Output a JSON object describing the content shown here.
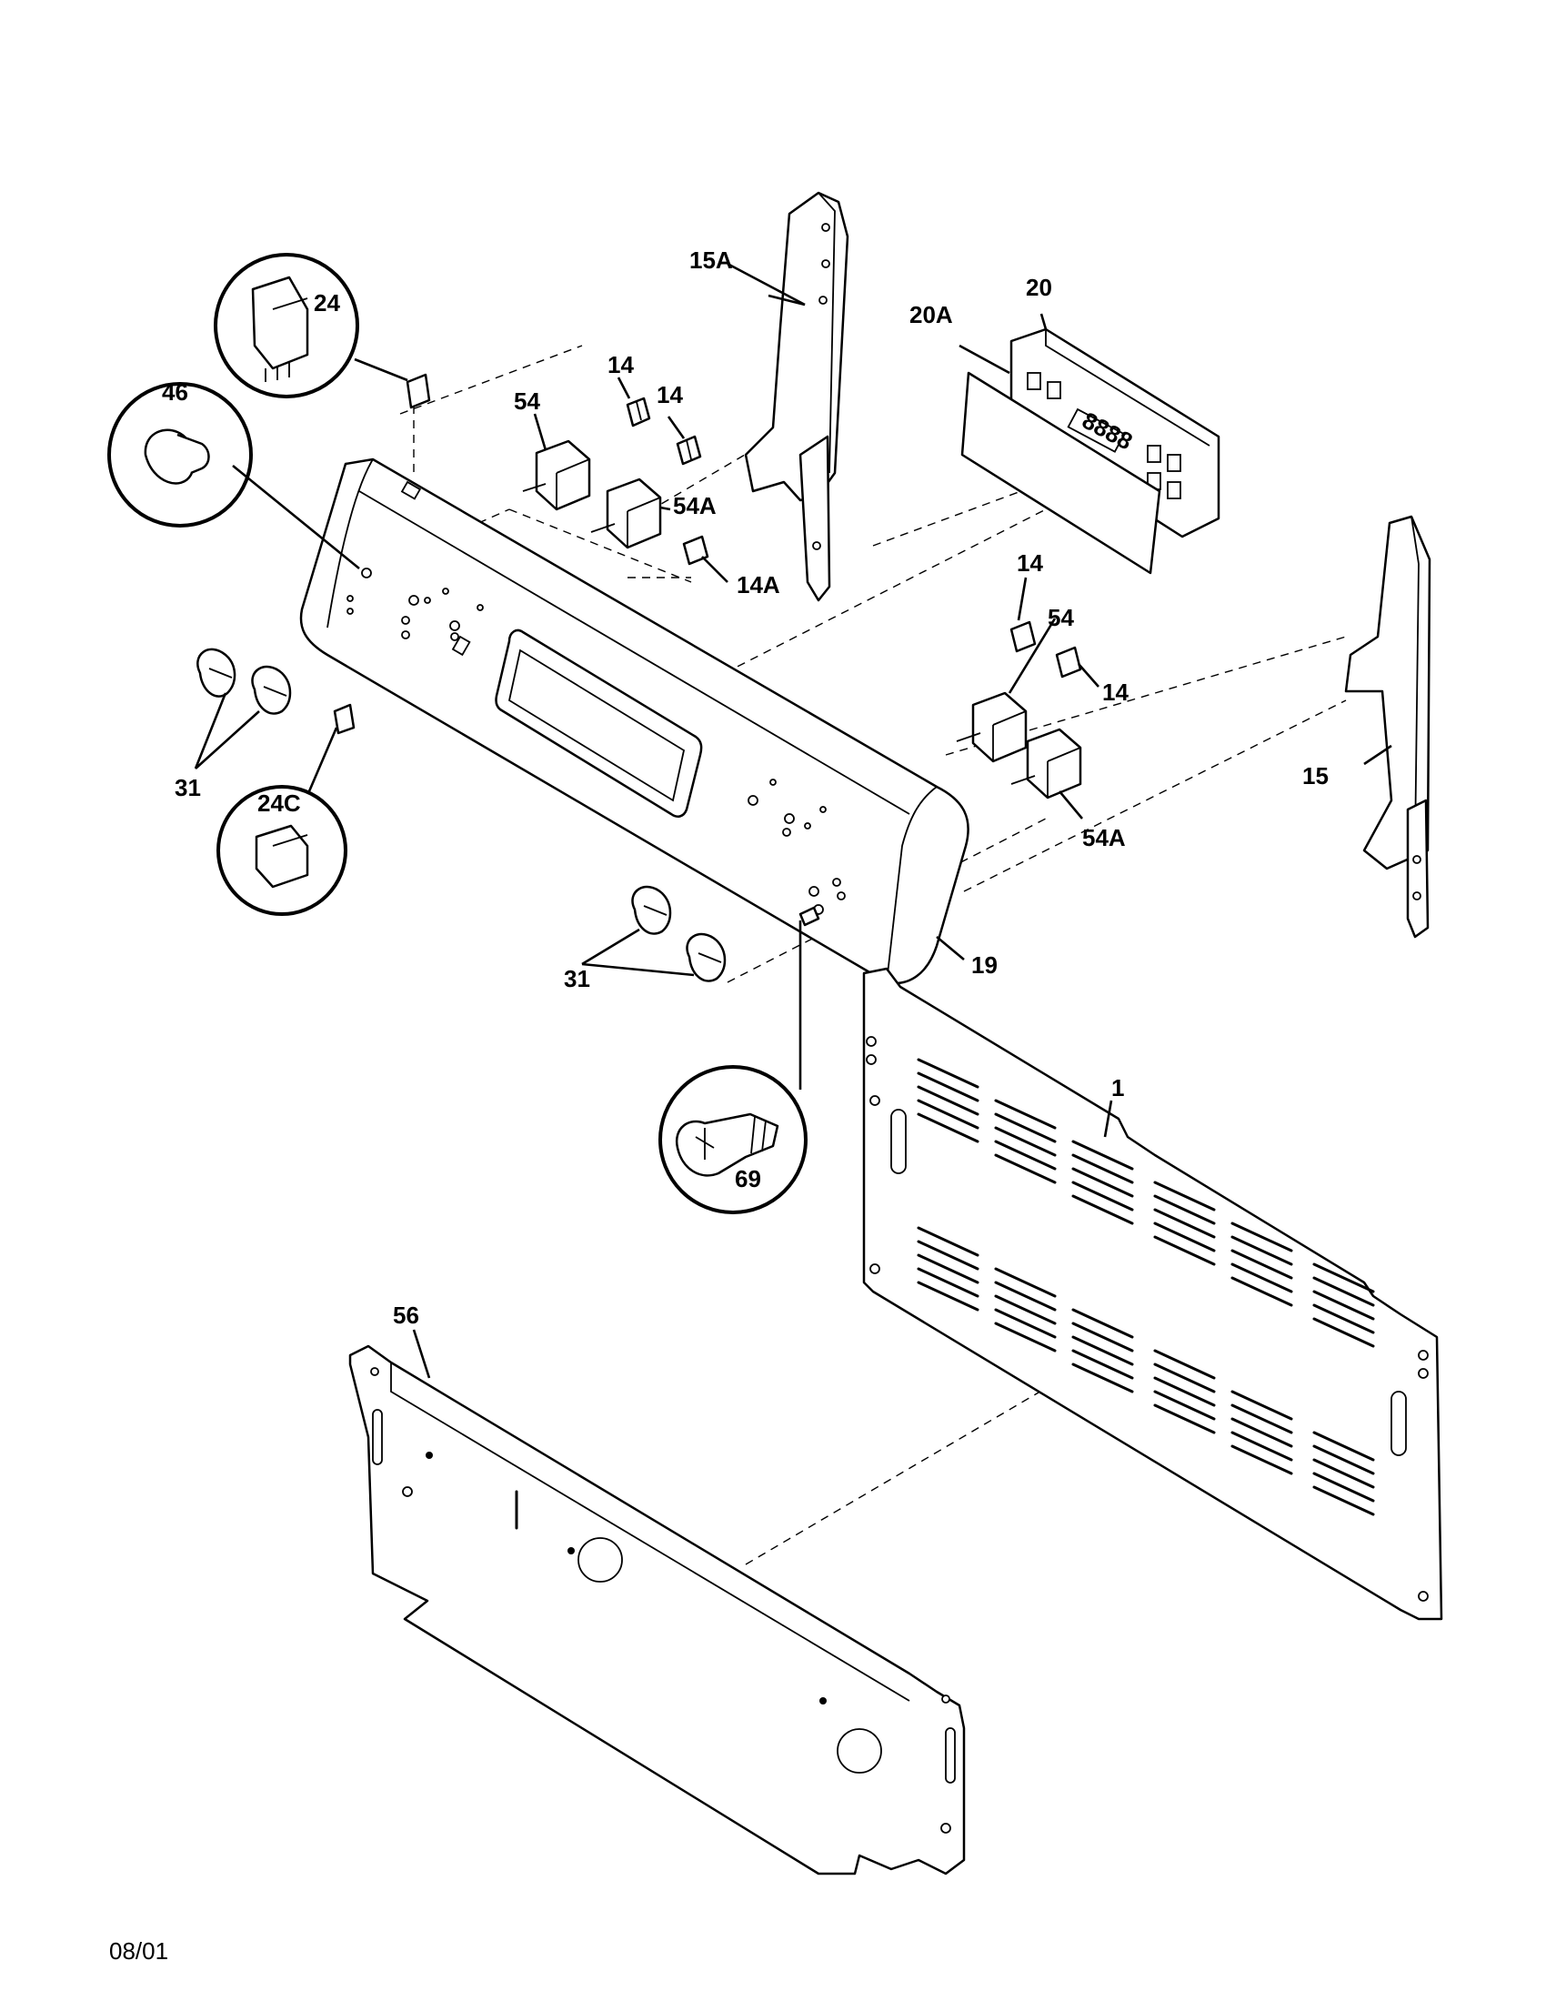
{
  "footer": {
    "date": "08/01"
  },
  "callouts": {
    "c1": "1",
    "c14a": "14",
    "c14b": "14",
    "c14c": "14",
    "c14d": "14",
    "c14A": "14A",
    "c15": "15",
    "c15A": "15A",
    "c19": "19",
    "c20": "20",
    "c20A": "20A",
    "c24": "24",
    "c24C": "24C",
    "c31a": "31",
    "c31b": "31",
    "c46": "46",
    "c54a": "54",
    "c54b": "54",
    "c54Aa": "54A",
    "c54Ab": "54A",
    "c56": "56",
    "c69": "69"
  },
  "clock_display": "8888"
}
